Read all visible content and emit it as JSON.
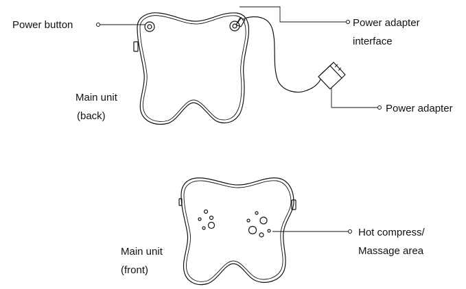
{
  "labels": {
    "power_button": "Power button",
    "power_adapter_interface_1": "Power adapter",
    "power_adapter_interface_2": "interface",
    "power_adapter": "Power adapter",
    "main_unit_back_1": "Main unit",
    "main_unit_back_2": "(back)",
    "main_unit_front_1": "Main unit",
    "main_unit_front_2": "(front)",
    "hot_compress_1": "Hot compress/",
    "hot_compress_2": "Massage area"
  }
}
